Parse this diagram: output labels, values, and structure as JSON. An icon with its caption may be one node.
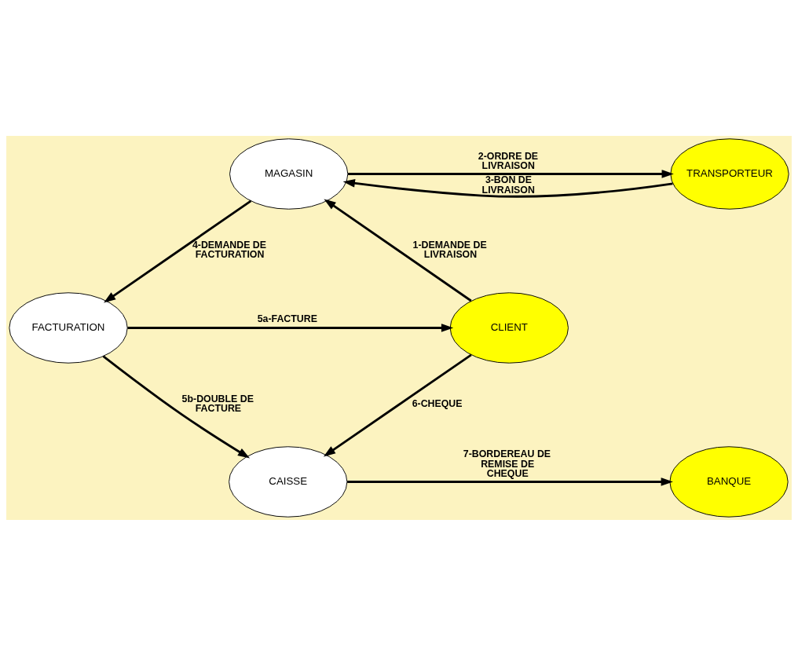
{
  "diagram": {
    "nodes": [
      {
        "text": [
          "MAGASIN"
        ]
      },
      {
        "text": [
          "TRANSPORTEUR"
        ]
      },
      {
        "text": [
          "FACTURATION"
        ]
      },
      {
        "text": [
          "CLIENT"
        ]
      },
      {
        "text": [
          "CAISSE"
        ]
      },
      {
        "text": [
          "BANQUE"
        ]
      }
    ],
    "edges": [
      {
        "from": 0,
        "to": 1,
        "arrow": "to",
        "label": "2-ORDRE DE LIVRAISON"
      },
      {
        "from": 1,
        "to": 0,
        "arrow": "to",
        "label": "3-BON DE LIVRAISON"
      },
      {
        "from": 3,
        "to": 0,
        "arrow": "to",
        "label": "1-DEMANDE DE LIVRAISON"
      },
      {
        "from": 0,
        "to": 2,
        "arrow": "to",
        "label": "4-DEMANDE DE FACTURATION"
      },
      {
        "from": 2,
        "to": 3,
        "arrow": "to",
        "label": "5a-FACTURE"
      },
      {
        "from": 2,
        "to": 4,
        "arrow": "to",
        "label": "5b-DOUBLE DE FACTURE"
      },
      {
        "from": 3,
        "to": 4,
        "arrow": "to",
        "label": "6-CHEQUE"
      },
      {
        "from": 4,
        "to": 5,
        "arrow": "to",
        "label": "7-BORDEREAU DE REMISE DE CHEQUE"
      }
    ]
  }
}
